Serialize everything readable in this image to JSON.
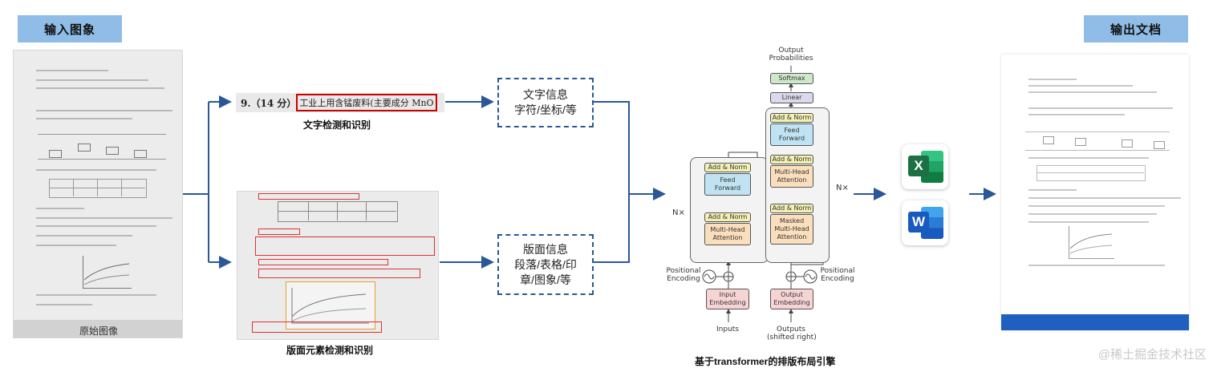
{
  "input_section": {
    "banner": "输入图象",
    "doc_caption": "原始图像"
  },
  "text_branch": {
    "snippet_prefix": "9.（14 分）",
    "snippet_highlight": "工业上用含锰废料(主要成分 MnO",
    "caption": "文字检测和识别",
    "box_lines": [
      "文字信息",
      "字符/坐标/等"
    ]
  },
  "layout_branch": {
    "caption": "版面元素检测和识别",
    "box_lines": [
      "版面信息",
      "段落/表格/印",
      "章/图象/等"
    ]
  },
  "transformer": {
    "caption": "基于transformer的排版布局引擎",
    "output_probabilities": [
      "Output",
      "Probabilities"
    ],
    "softmax": "Softmax",
    "linear": "Linear",
    "add_norm": "Add & Norm",
    "feed_forward": [
      "Feed",
      "Forward"
    ],
    "multi_head_attention": [
      "Multi-Head",
      "Attention"
    ],
    "masked_multi_head_attention": [
      "Masked",
      "Multi-Head",
      "Attention"
    ],
    "input_embedding": [
      "Input",
      "Embedding"
    ],
    "output_embedding": [
      "Output",
      "Embedding"
    ],
    "positional_encoding": [
      "Positional",
      "Encoding"
    ],
    "inputs": "Inputs",
    "outputs": [
      "Outputs",
      "(shifted right)"
    ],
    "nx": "N×"
  },
  "apps": {
    "excel_letter": "X",
    "word_letter": "W",
    "excel_color": "#1d7044",
    "word_color": "#185abd"
  },
  "output_section": {
    "banner": "输出文档"
  },
  "colors": {
    "arrow": "#2b5797",
    "banner": "#8fbde7",
    "highlight": "#cc0000",
    "footer_bar": "#1f5fbf"
  },
  "watermark": "@稀土掘金技术社区"
}
